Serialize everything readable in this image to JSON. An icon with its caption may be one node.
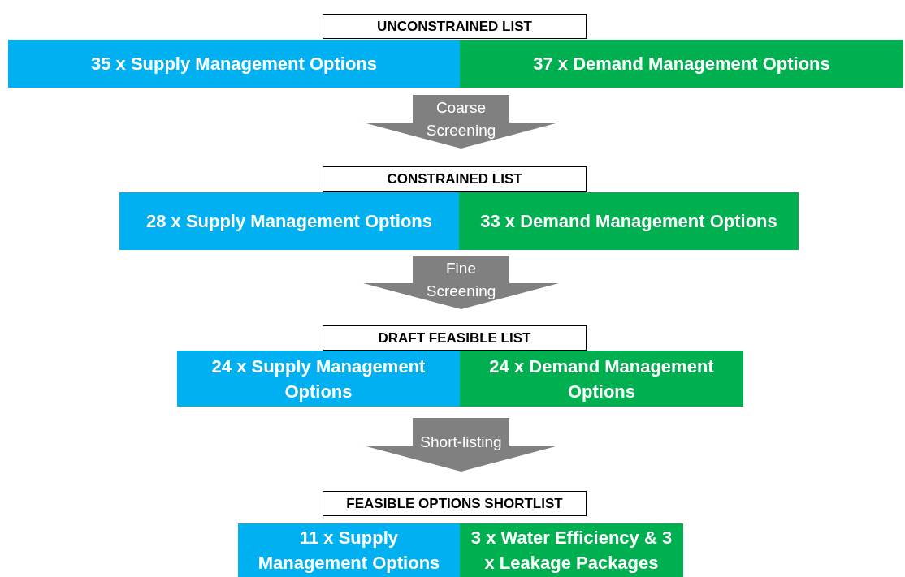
{
  "diagram": {
    "nodes": [
      {
        "text": [
          "UNCONSTRAINED LIST"
        ]
      },
      {
        "text": [
          "35 x Supply Management Options"
        ]
      },
      {
        "text": [
          "37 x Demand Management Options"
        ]
      },
      {
        "text": [
          "Coarse Screening"
        ]
      },
      {
        "text": [
          "CONSTRAINED LIST"
        ]
      },
      {
        "text": [
          "28 x Supply Management Options"
        ]
      },
      {
        "text": [
          "33 x Demand Management Options"
        ]
      },
      {
        "text": [
          "Fine Screening"
        ]
      },
      {
        "text": [
          "DRAFT FEASIBLE LIST"
        ]
      },
      {
        "text": [
          "24 x Supply Management Options"
        ]
      },
      {
        "text": [
          "24 x Demand Management Options"
        ]
      },
      {
        "text": [
          "Short-listing"
        ]
      },
      {
        "text": [
          "FEASIBLE OPTIONS SHORTLIST"
        ]
      },
      {
        "text": [
          "11 x Supply Management Options"
        ]
      },
      {
        "text": [
          "3 x Water Efficiency & 3 x Leakage Packages"
        ]
      }
    ]
  }
}
